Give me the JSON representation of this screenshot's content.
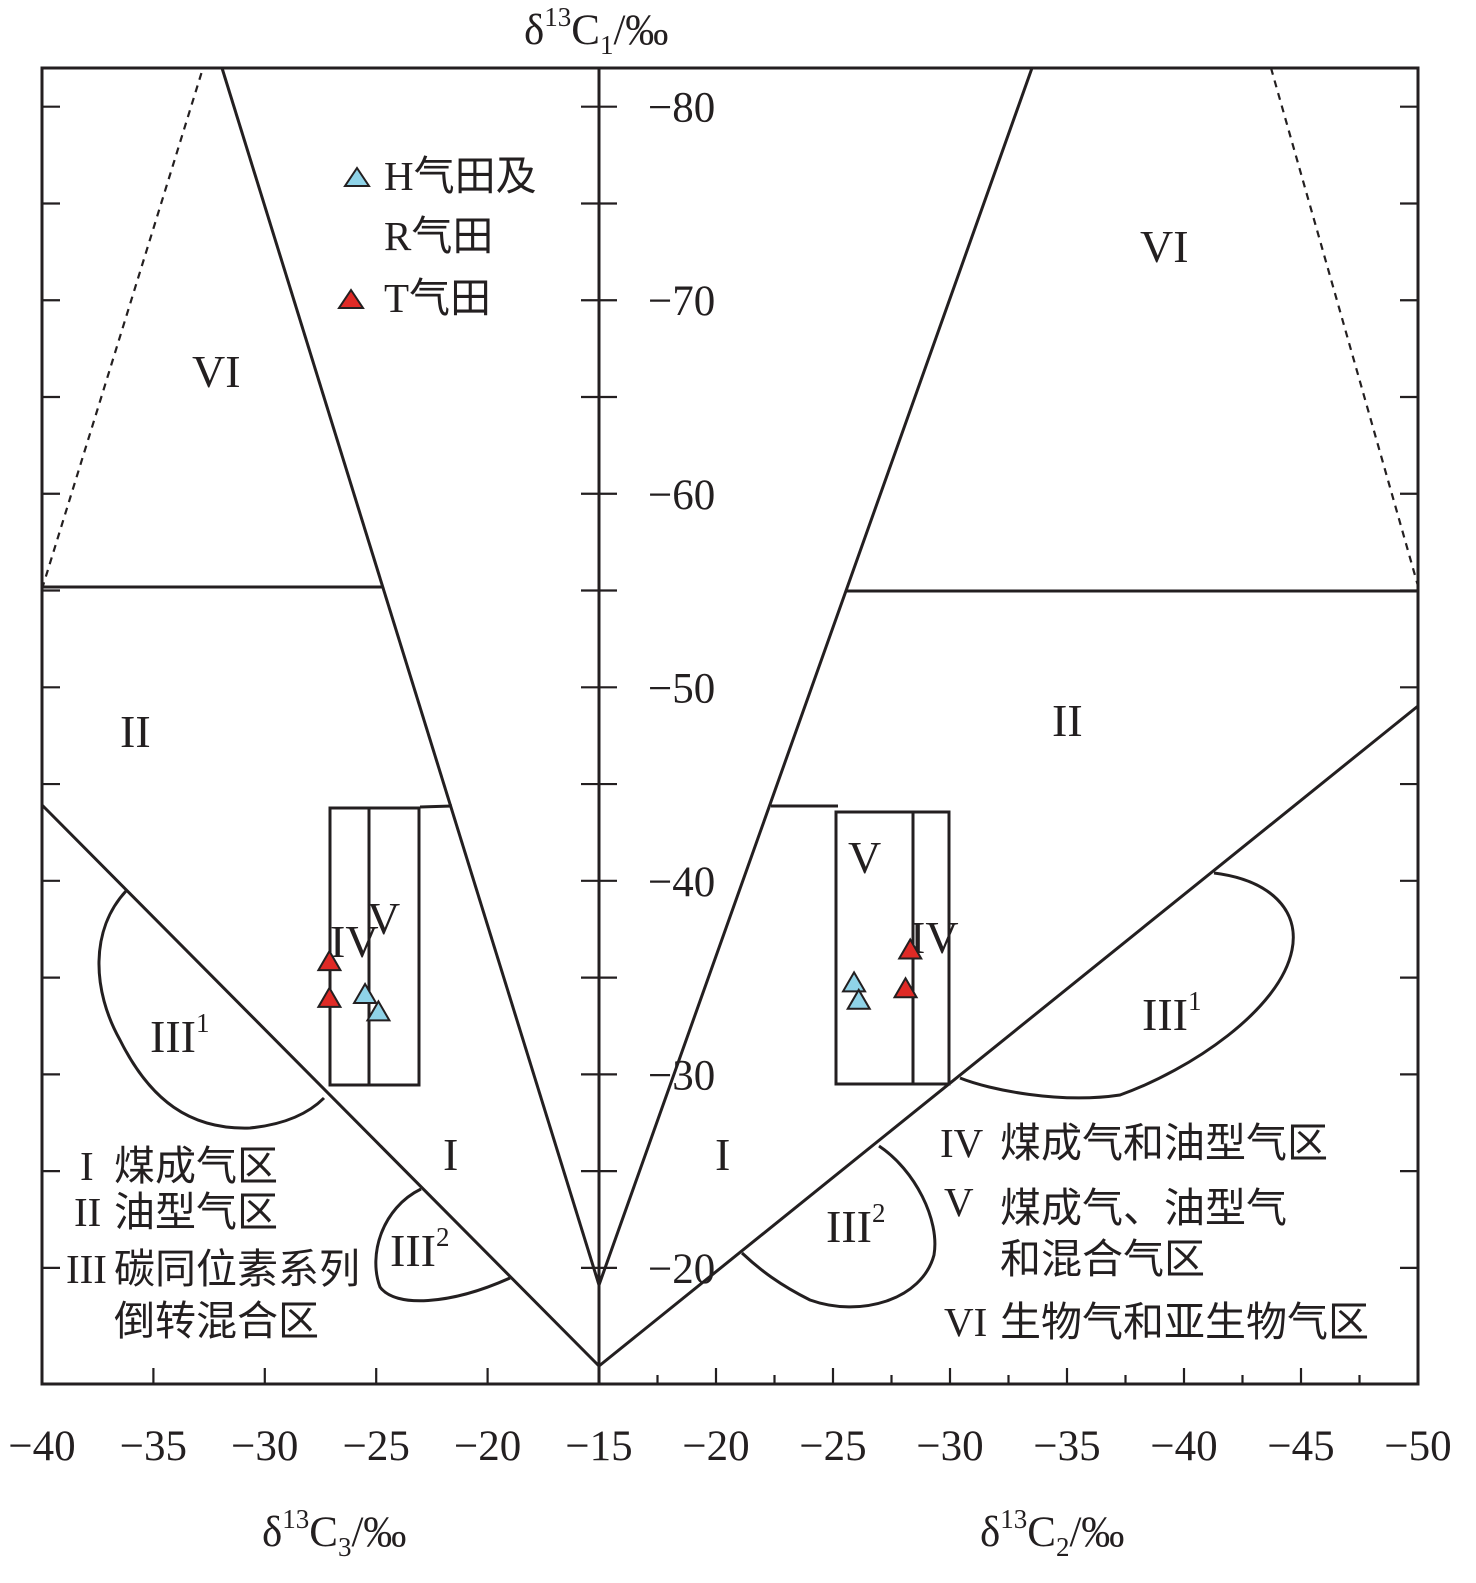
{
  "chart_data": {
    "type": "scatter",
    "axes": {
      "top_label": {
        "base": "δ",
        "sup": "13",
        "mid": "C",
        "sub": "1",
        "tail": "/‰"
      },
      "left_bottom_label": {
        "base": "δ",
        "sup": "13",
        "mid": "C",
        "sub": "3",
        "tail": "/‰"
      },
      "right_bottom_label": {
        "base": "δ",
        "sup": "13",
        "mid": "C",
        "sub": "2",
        "tail": "/‰"
      },
      "y_ticks": [
        "−80",
        "−70",
        "−60",
        "−50",
        "−40",
        "−30",
        "−20"
      ],
      "x_ticks_left": [
        "−40",
        "−35",
        "−30",
        "−25",
        "−20",
        "−15"
      ],
      "x_ticks_right": [
        "−20",
        "−25",
        "−30",
        "−35",
        "−40",
        "−45",
        "−50"
      ],
      "y_range": [
        -14,
        -82
      ],
      "x_left_range": [
        -40,
        -15
      ],
      "x_right_range": [
        -15,
        -50
      ]
    },
    "zones": {
      "left": [
        {
          "label": "VI",
          "sup": ""
        },
        {
          "label": "II",
          "sup": ""
        },
        {
          "label": "IV",
          "sup": ""
        },
        {
          "label": "V",
          "sup": ""
        },
        {
          "label": "III",
          "sup": "1"
        },
        {
          "label": "I",
          "sup": ""
        },
        {
          "label": "III",
          "sup": "2"
        }
      ],
      "right": [
        {
          "label": "VI",
          "sup": ""
        },
        {
          "label": "II",
          "sup": ""
        },
        {
          "label": "V",
          "sup": ""
        },
        {
          "label": "IV",
          "sup": ""
        },
        {
          "label": "III",
          "sup": "1"
        },
        {
          "label": "I",
          "sup": ""
        },
        {
          "label": "III",
          "sup": "2"
        }
      ]
    },
    "series": [
      {
        "name": "H气田及R气田",
        "name_line1": "H气田及",
        "name_line2": "R气田",
        "color": "#8fd3e8",
        "left_points": [
          {
            "x": -25.5,
            "y": -34.1
          },
          {
            "x": -24.9,
            "y": -33.2
          }
        ],
        "right_points": [
          {
            "x": -25.9,
            "y": -34.7
          },
          {
            "x": -26.1,
            "y": -33.8
          }
        ]
      },
      {
        "name": "T气田",
        "color": "#e02a26",
        "left_points": [
          {
            "x": -27.1,
            "y": -35.8
          },
          {
            "x": -27.1,
            "y": -33.9
          }
        ],
        "right_points": [
          {
            "x": -28.3,
            "y": -36.4
          },
          {
            "x": -28.1,
            "y": -34.4
          }
        ]
      }
    ],
    "legend_left": [
      {
        "num": "I",
        "text": "煤成气区"
      },
      {
        "num": "II",
        "text": "油型气区"
      },
      {
        "num": "III",
        "text": "碳同位素系列"
      },
      {
        "num": "",
        "text": "倒转混合区"
      }
    ],
    "legend_right": [
      {
        "num": "IV",
        "text": "煤成气和油型气区"
      },
      {
        "num": "V",
        "text": "煤成气、油型气"
      },
      {
        "num": "",
        "text": "和混合气区"
      },
      {
        "num": "VI",
        "text": "生物气和亚生物气区"
      }
    ]
  }
}
